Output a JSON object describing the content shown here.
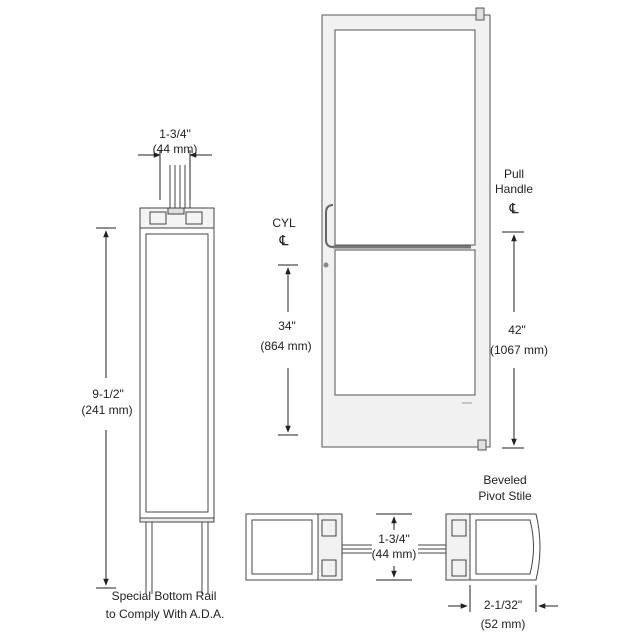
{
  "door": {
    "cyl": {
      "label": "CYL",
      "centerline": "℄"
    },
    "pull_handle": {
      "label_line1": "Pull",
      "label_line2": "Handle",
      "centerline": "℄"
    }
  },
  "dimensions": {
    "top_rail_width": {
      "imperial": "1-3/4\"",
      "metric": "(44 mm)"
    },
    "bottom_rail_height": {
      "imperial": "9-1/2\"",
      "metric": "(241 mm)"
    },
    "cyl_height": {
      "imperial": "34\"",
      "metric": "(864 mm)"
    },
    "pull_height": {
      "imperial": "42\"",
      "metric": "(1067 mm)"
    },
    "stile_depth": {
      "imperial": "1-3/4\"",
      "metric": "(44 mm)"
    },
    "stile_width": {
      "imperial": "2-1/32\"",
      "metric": "(52 mm)"
    }
  },
  "notes": {
    "bottom_rail_line1": "Special Bottom Rail",
    "bottom_rail_line2": "to Comply With A.D.A.",
    "pivot_line1": "Beveled",
    "pivot_line2": "Pivot Stile"
  }
}
